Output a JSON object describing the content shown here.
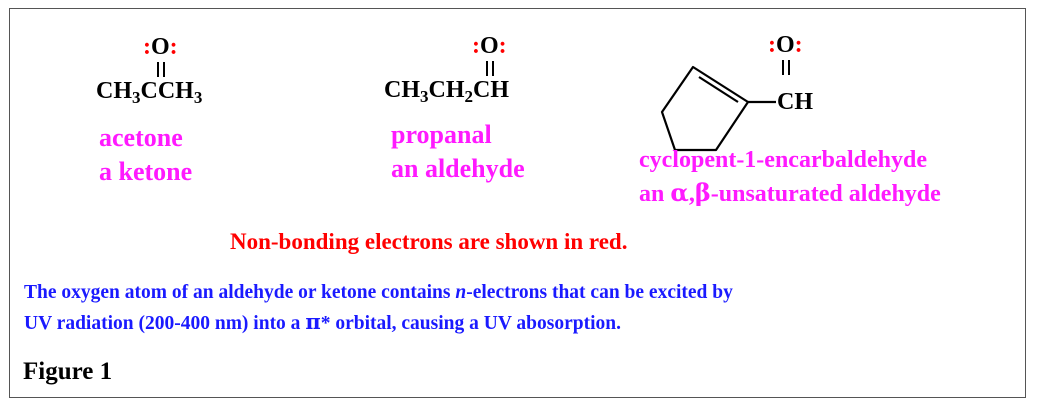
{
  "molecules": [
    {
      "formula_html": "CH<sub>3</sub>CCH<sub>3</sub>",
      "carbonyl": ":O:",
      "name": "acetone",
      "class": "a ketone"
    },
    {
      "formula_html": "CH<sub>3</sub>CH<sub>2</sub>CH",
      "carbonyl": ":O:",
      "name": "propanal",
      "class": "an aldehyde"
    },
    {
      "formula_html": "CH",
      "carbonyl": ":O:",
      "name": "cyclopent-1-encarbaldehyde",
      "class_prefix": "an ",
      "alpha": "α",
      "comma": ",",
      "beta": "β",
      "class_suffix": "-unsaturated aldehyde"
    }
  ],
  "note": "Non-bonding electrons are shown in red.",
  "description": {
    "part1": "The oxygen atom of an aldehyde or ketone contains ",
    "n": "n",
    "part2": "-electrons that can be excited by",
    "line2a": "UV radiation (200-400 nm) into a ",
    "pi": "π",
    "line2b": "* orbital, causing a UV abosorption."
  },
  "figure_label": "Figure 1",
  "colors": {
    "lone_pair": "#ff0000",
    "name_text": "#ff1aff",
    "description_text": "#1a1aff",
    "border": "#555555"
  }
}
